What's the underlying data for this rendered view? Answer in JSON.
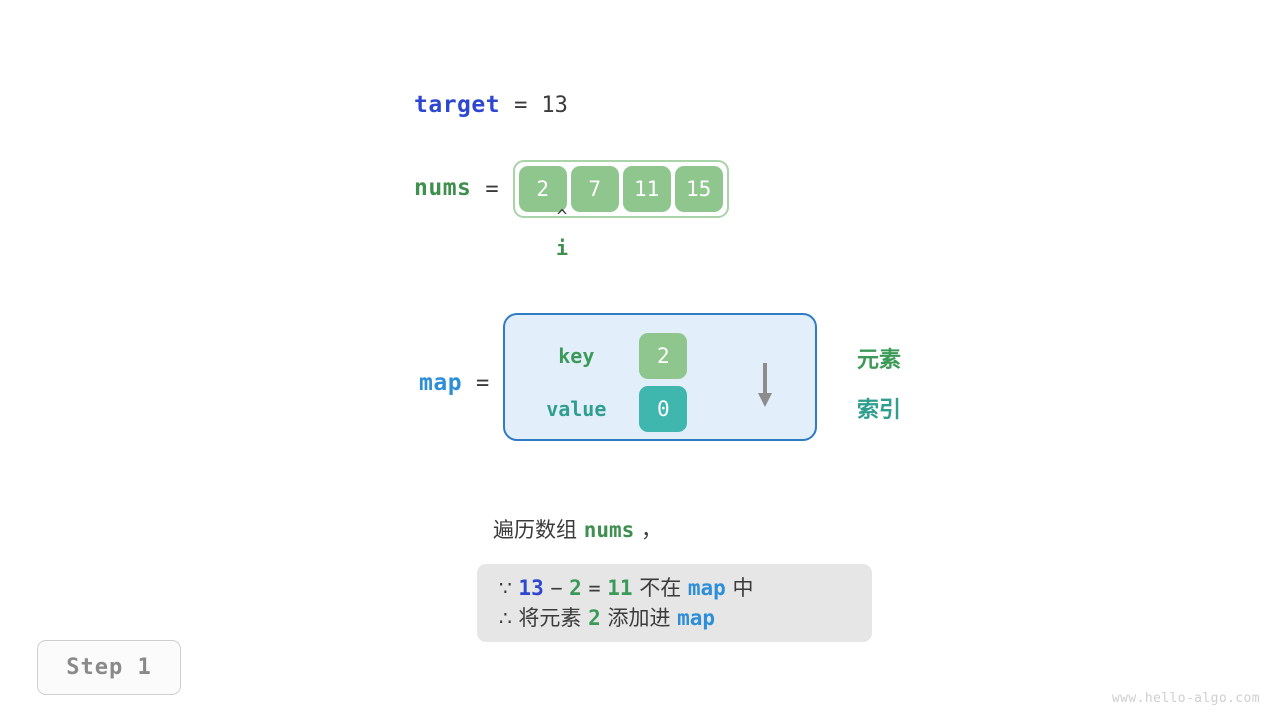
{
  "target": {
    "name": "target",
    "equals": "=",
    "value": "13"
  },
  "nums": {
    "name": "nums",
    "equals": "=",
    "cells": [
      "2",
      "7",
      "11",
      "15"
    ]
  },
  "pointer": {
    "caret": "^",
    "label": "i"
  },
  "map": {
    "name": "map",
    "equals": "=",
    "rows": [
      {
        "label": "key",
        "cell": "2"
      },
      {
        "label": "value",
        "cell": "0"
      }
    ],
    "side_notes": [
      "元素",
      "索引"
    ]
  },
  "caption": {
    "prefix": "遍历数组",
    "token": "nums",
    "suffix": "，"
  },
  "reason": {
    "line1": {
      "sym": "∵",
      "a": "13",
      "minus": "−",
      "b": "2",
      "eq": "=",
      "c": "11",
      "mid": "不在",
      "map": "map",
      "tail": "中"
    },
    "line2": {
      "sym": "∴",
      "pre": "将元素",
      "num": "2",
      "mid": "添加进",
      "map": "map"
    }
  },
  "step_badge": "Step 1",
  "watermark": "www.hello-algo.com",
  "colors": {
    "blue_dark": "#2e47d0",
    "blue": "#2e8fd8",
    "green": "#3f8f4f",
    "teal": "#2f9e8f",
    "cell_green": "#8ec68e",
    "cell_teal": "#3fb6ae",
    "map_fill": "#e2effa",
    "map_border": "#2e7cc4",
    "reason_bg": "#e6e6e6"
  }
}
